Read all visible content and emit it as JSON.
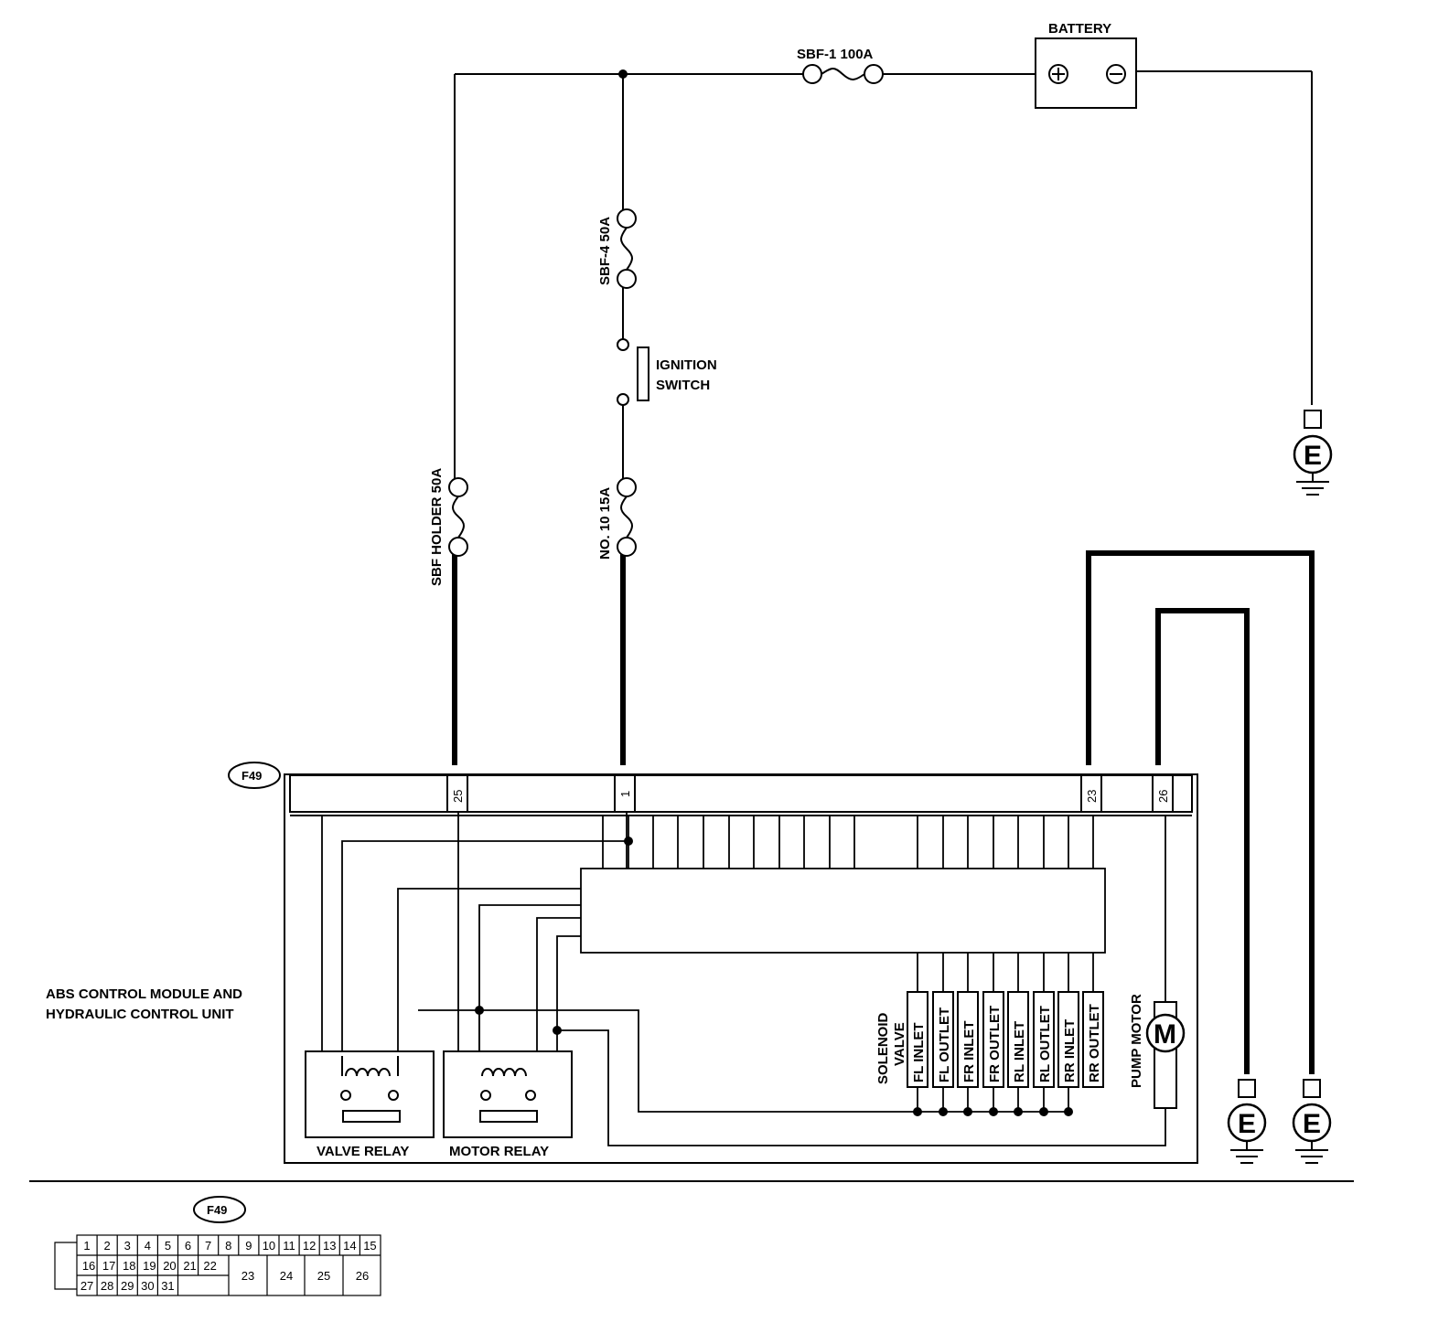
{
  "power": {
    "battery_label": "BATTERY",
    "battery_plus": "⊕",
    "battery_minus": "⊖",
    "main_fuse": "SBF-1 100A",
    "fuse_sbf4": "SBF-4 50A",
    "fuse_sbf_holder": "SBF HOLDER 50A",
    "fuse_no10": "NO. 10 15A",
    "ignition_line1": "IGNITION",
    "ignition_line2": "SWITCH",
    "ground_symbol": "E"
  },
  "connector": {
    "id": "F49",
    "pins": {
      "p25": "25",
      "p1": "1",
      "p23": "23",
      "p26": "26"
    }
  },
  "module": {
    "title_line1": "ABS CONTROL MODULE AND",
    "title_line2": "HYDRAULIC CONTROL UNIT",
    "valve_relay": "VALVE RELAY",
    "motor_relay": "MOTOR RELAY",
    "solenoid_line1": "SOLENOID",
    "solenoid_line2": "VALVE",
    "solenoids": [
      "FL INLET",
      "FL OUTLET",
      "FR INLET",
      "FR OUTLET",
      "RL INLET",
      "RL OUTLET",
      "RR INLET",
      "RR OUTLET"
    ],
    "pump_motor": "PUMP MOTOR",
    "motor_symbol": "M"
  },
  "connector_table": {
    "id": "F49",
    "row1": [
      "1",
      "2",
      "3",
      "4",
      "5",
      "6",
      "7",
      "8",
      "9",
      "10",
      "11",
      "12",
      "13",
      "14",
      "15"
    ],
    "row2": [
      "16",
      "17",
      "18",
      "19",
      "20",
      "21",
      "22"
    ],
    "row3": [
      "27",
      "28",
      "29",
      "30",
      "31"
    ],
    "big": [
      "23",
      "24",
      "25",
      "26"
    ]
  }
}
